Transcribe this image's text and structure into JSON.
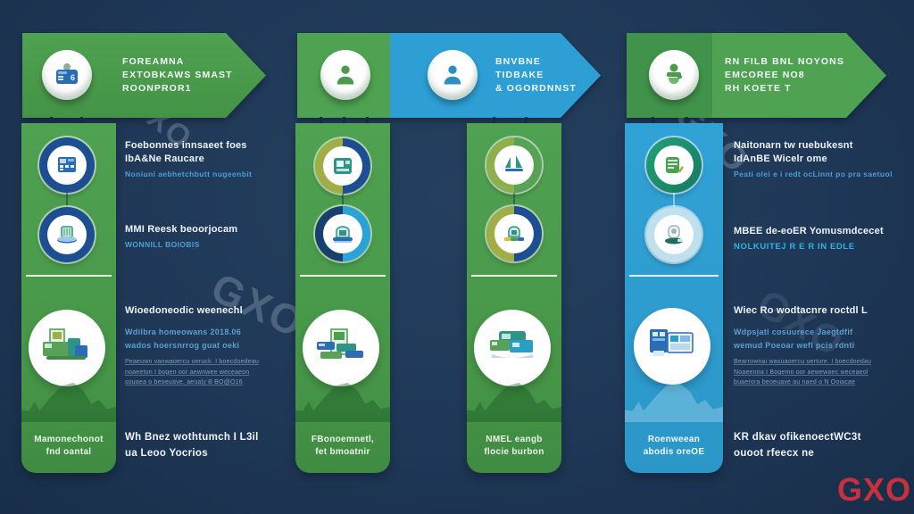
{
  "watermark": {
    "text": "GXO"
  },
  "logo": {
    "text": "GXO",
    "color": "#c8303d"
  },
  "colors": {
    "background": "#1f3857",
    "green": "#4da050",
    "blue": "#2d9fd4",
    "ring_dark_blue": "#1d4e92",
    "heading_white": "#eef3f8",
    "text_blue": "#4d9fd6",
    "text_cyan": "#2fb3e6"
  },
  "banners": [
    {
      "icon": "wallet-calculator-icon",
      "lines": [
        "FOREAMNA",
        "EXTOBKAWS SMAST",
        "ROONPROR1"
      ]
    },
    {
      "icon": "person-icon",
      "icon2": "person-icon",
      "lines": [
        "BNVBNE",
        "TIDBAKE",
        "& OGORDNNST"
      ]
    },
    {
      "icon": "worker-icon",
      "lines": [
        "RN FILB BNL NOYONS",
        "EMCOREE NO8",
        "RH KOETE T"
      ]
    }
  ],
  "strips": [
    {
      "icons": [
        "calculator-icon",
        "basket-icon"
      ],
      "illustration": "green-machinery-illustration",
      "caption": [
        "Mamonechonot",
        "fnd oantal"
      ]
    },
    {
      "icons": [
        "screen-icon",
        "machine-icon"
      ],
      "illustration": "products-illustration",
      "caption": [
        "FBonoemnetl,",
        "fet bmoatnir"
      ]
    },
    {
      "icons": [
        "sails-icon",
        "conveyor-icon"
      ],
      "illustration": "warehouse-illustration",
      "caption": [
        "NMEL eangb",
        "flocie burbon"
      ]
    },
    {
      "icons": [
        "card-icon",
        "person-icon"
      ],
      "illustration": "blue-warehouse-illustration",
      "caption": [
        "Roenweean",
        "abodis oreOE"
      ]
    }
  ],
  "text_columns": [
    {
      "sections": [
        {
          "heading": [
            "Foebonnes innsaeet foes",
            "IbA&Ne Raucare"
          ],
          "sub": "Noniuni aebhetchbutt nugeenbit"
        },
        {
          "heading": [
            "MMI Reesk beoorjocam"
          ],
          "sub": "WONNILL BOIOBIS"
        },
        {
          "heading": [
            "Wioedoneodic weenechl"
          ],
          "lines": [
            "Wdilbra homeowans 2018.06",
            "wados hoersnrrog guat oeki"
          ],
          "small": [
            "Peaeuwn vanwaoercu ueruck. I boecdoedeau",
            "noaeeton I bogen oor aewnwee weceaeon",
            "souaea o beoeuave. aeualy B BO@O16"
          ]
        },
        {
          "heading": [
            "Wh Bnez wothtumch I L3il",
            "ua Leoo Yocrios"
          ]
        }
      ]
    },
    {
      "sections": [
        {
          "heading": [
            "Naitonarn tw ruebukesnt",
            "IdAnBE Wicelr ome"
          ],
          "sub": "Peati olei e i redt ocLinnt po pra saetuol"
        },
        {
          "heading": [
            "MBEE de-eoER Yomusmdcecet"
          ],
          "sub": "NOLKUITEJ R E R IN EDLE"
        },
        {
          "heading": [
            "Wiec Ro wodtacnre roctdl L"
          ],
          "lines": [
            "Wdpsjati cosuurece Jaegtdfif",
            "wemud Poeoar wefl pcis rdnti"
          ],
          "small": [
            "Bearrownai wasuaoercu uerture. I boecdoedau",
            "Noaeenoa I Bogemn oor aewewaec weceaeol",
            "buaerora beoeuave au naed o N Ooiacae"
          ]
        },
        {
          "heading": [
            "KR dkav ofikenoectWC3t",
            "ouoot rfeecx ne"
          ]
        }
      ]
    }
  ]
}
